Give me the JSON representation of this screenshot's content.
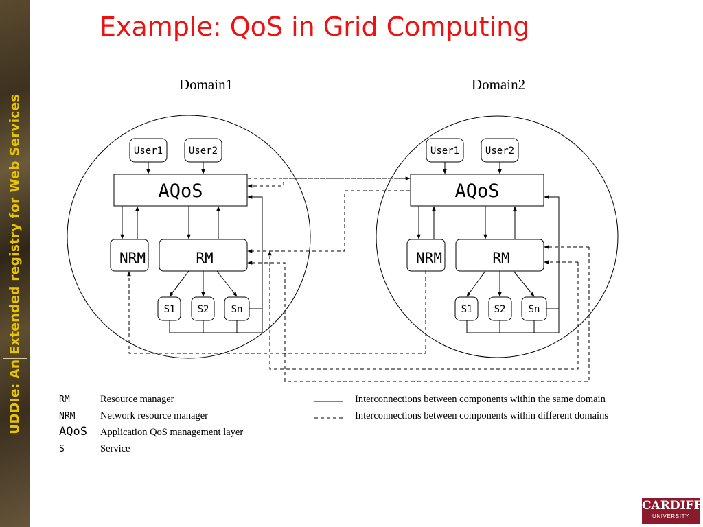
{
  "slide": {
    "title": "Example: QoS in Grid Computing",
    "sidebar_title": "UDDIe: An Extended registry for Web Services"
  },
  "logo": {
    "name": "CARDIFF",
    "sub": "UNIVERSITY",
    "color": "#8b1b2c"
  },
  "colors": {
    "title": "#ee1111",
    "sidebar_text": "#e8c400"
  },
  "diagram": {
    "domains": [
      {
        "label": "Domain1",
        "users": [
          "User1",
          "User2"
        ],
        "aqos": "AQoS",
        "nrm": "NRM",
        "rm": "RM",
        "services": [
          "S1",
          "S2",
          "Sn"
        ]
      },
      {
        "label": "Domain2",
        "users": [
          "User1",
          "User2"
        ],
        "aqos": "AQoS",
        "nrm": "NRM",
        "rm": "RM",
        "services": [
          "S1",
          "S2",
          "Sn"
        ]
      }
    ],
    "legend": {
      "abbreviations": [
        {
          "abbr": "RM",
          "desc": "Resource manager"
        },
        {
          "abbr": "NRM",
          "desc": "Network resource manager"
        },
        {
          "abbr": "AQoS",
          "desc": "Application QoS management layer"
        },
        {
          "abbr": "S",
          "desc": "Service"
        }
      ],
      "line_types": [
        {
          "style": "solid",
          "desc": "Interconnections between components within the same domain"
        },
        {
          "style": "dashed",
          "desc": "Interconnections between components within different domains"
        }
      ]
    }
  }
}
